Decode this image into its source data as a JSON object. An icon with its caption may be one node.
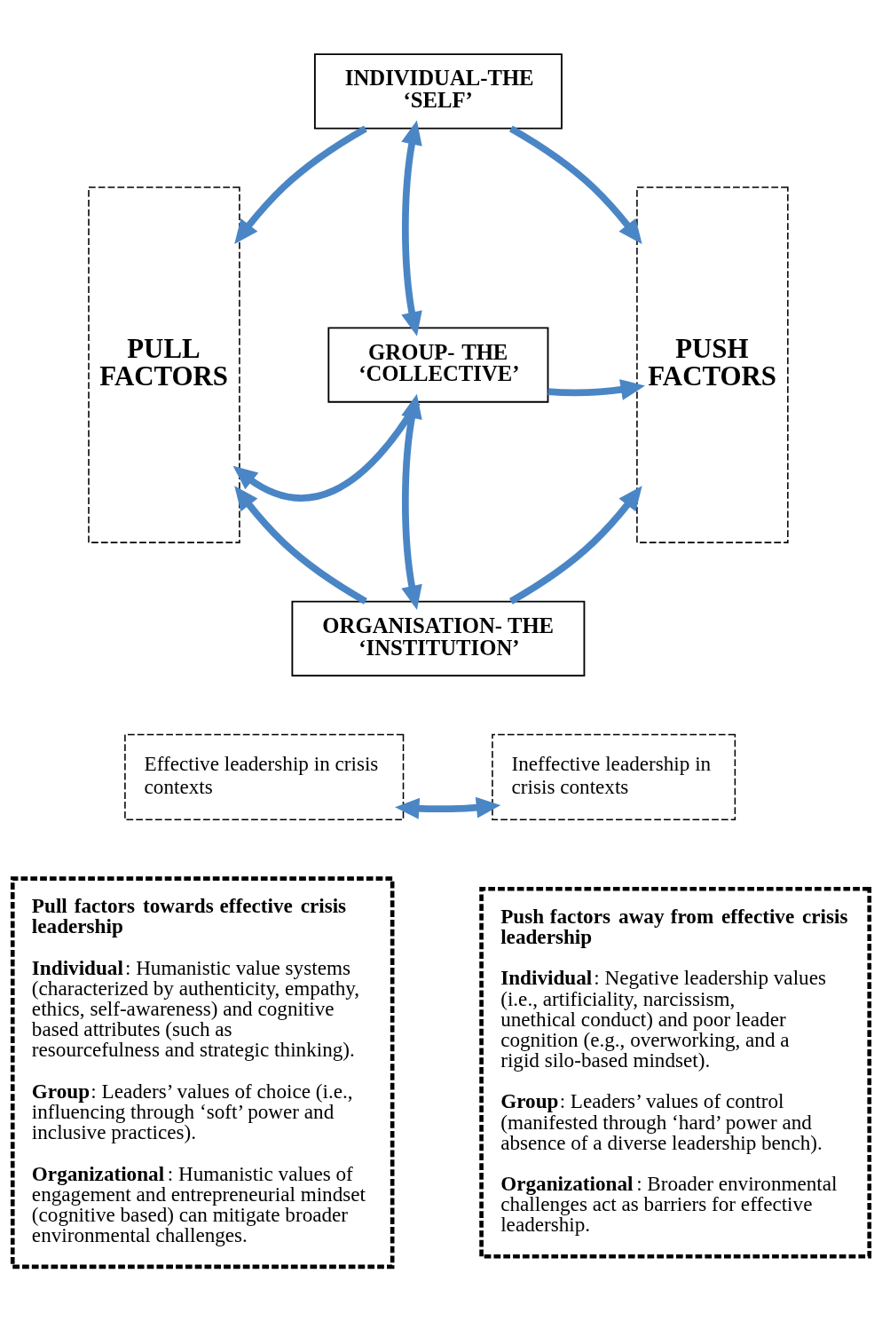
{
  "diagram": {
    "nodes": [
      {
        "text": [
          "INDIVIDUAL-THE ‘SELF’"
        ]
      },
      {
        "text": [
          "GROUP- THE ‘COLLECTIVE’"
        ]
      },
      {
        "text": [
          "ORGANISATION- THE ‘INSTITUTION’"
        ]
      },
      {
        "text": [
          "PULL FACTORS"
        ]
      },
      {
        "text": [
          "PUSH FACTORS"
        ]
      },
      {
        "text": [
          "Effective leadership in crisis contexts"
        ]
      },
      {
        "text": [
          "Ineffective leadership in crisis contexts"
        ]
      },
      {
        "text": [
          "Pull factors towards effective crisis leadership",
          "**Individual**: Humanistic value systems (characterized by authenticity, empathy, ethics, self-awareness) and cognitive based attributes (such as resourcefulness and strategic thinking).",
          "**Group**: Leaders’ values of choice (i.e., influencing through ‘soft’ power and inclusive practices).",
          "**Organizational**: Humanistic values of engagement and entrepreneurial mindset (cognitive based) can mitigate broader environmental challenges."
        ]
      },
      {
        "text": [
          "Push factors away from effective crisis leadership",
          "**Individual**: Negative leadership values (i.e., artificiality, narcissism, unethical conduct) and poor leader cognition (e.g., overworking, and a rigid silo-based mindset).",
          "**Group**: Leaders’ values of control (manifested through ‘hard’ power and absence of a diverse leadership bench).",
          "**Organizational**: Broader environmental challenges act as barriers for effective leadership."
        ]
      }
    ],
    "edges": [
      {
        "from": 0,
        "to": 3,
        "arrow": "to"
      },
      {
        "from": 0,
        "to": 4,
        "arrow": "to"
      },
      {
        "from": 0,
        "to": 1,
        "arrow": "both"
      },
      {
        "from": 1,
        "to": 3,
        "arrow": "to"
      },
      {
        "from": 1,
        "to": 4,
        "arrow": "to"
      },
      {
        "from": 1,
        "to": 2,
        "arrow": "both"
      },
      {
        "from": 2,
        "to": 3,
        "arrow": "to"
      },
      {
        "from": 2,
        "to": 4,
        "arrow": "to"
      },
      {
        "from": 5,
        "to": 6,
        "arrow": "both"
      }
    ]
  }
}
